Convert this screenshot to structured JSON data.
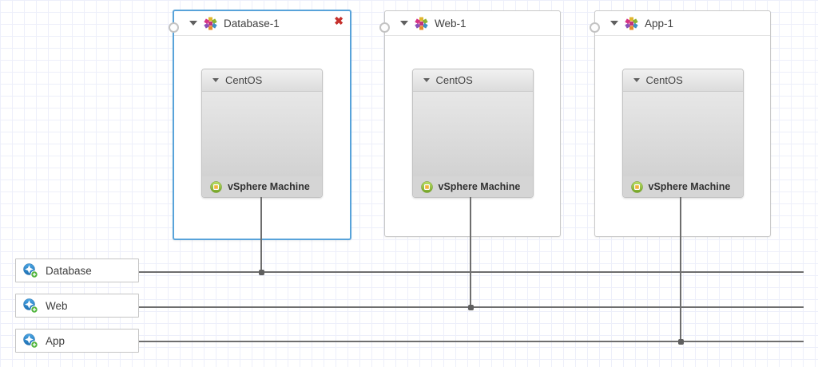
{
  "machines": [
    {
      "label": "Database-1",
      "os": "CentOS",
      "machine_type": "vSphere Machine",
      "selected": true
    },
    {
      "label": "Web-1",
      "os": "CentOS",
      "machine_type": "vSphere Machine",
      "selected": false
    },
    {
      "label": "App-1",
      "os": "CentOS",
      "machine_type": "vSphere Machine",
      "selected": false
    }
  ],
  "networks": [
    {
      "label": "Database"
    },
    {
      "label": "Web"
    },
    {
      "label": "App"
    }
  ],
  "icons": {
    "close_glyph": "✖",
    "machine_icon": "multicolor-pinwheel",
    "vm_icon": "green-orb-vm-square",
    "network_icon": "blue-globe-plus-badge",
    "collapse_icon": "triangle-down"
  },
  "colors": {
    "selection_blue": "#58a3da",
    "close_red": "#c5302c",
    "connector_gray": "#6e6e6e",
    "grid_line": "#edeffa",
    "node_border": "#c9c9c9"
  }
}
